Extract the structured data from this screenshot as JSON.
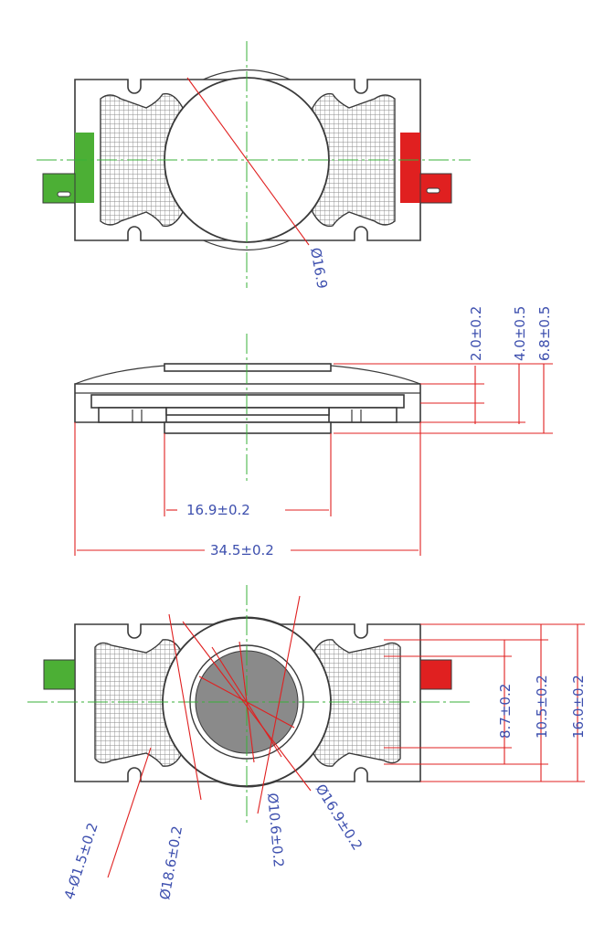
{
  "colors": {
    "terminal_positive": "#e02020",
    "terminal_negative": "#4caf35",
    "dimension_line": "#e02020",
    "dimension_text": "#3d4fae",
    "centerline": "#38b038",
    "magnet": "#8a8a8a"
  },
  "top_view": {
    "diameter_label": "Ø16.9"
  },
  "side_view": {
    "dim_height_small": "2.0±0.2",
    "dim_height_mid": "4.0±0.5",
    "dim_height_total": "6.8±0.5",
    "dim_dome_width": "16.9±0.2",
    "dim_overall_width": "34.5±0.2"
  },
  "bottom_view": {
    "dim_inner_span": "8.7±0.2",
    "dim_mid_span": "10.5±0.2",
    "dim_overall_height": "16.0±0.2",
    "dim_holes": "4-Ø1.5±0.2",
    "dim_dia_18_6": "Ø18.6±0.2",
    "dim_dia_10_6": "Ø10.6±0.2",
    "dim_dia_16_9": "Ø16.9±0.2"
  }
}
